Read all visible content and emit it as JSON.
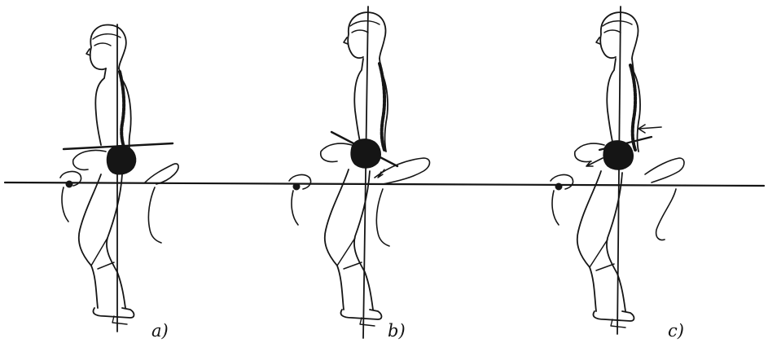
{
  "figure": {
    "panels": [
      {
        "id": "a",
        "label": "a)"
      },
      {
        "id": "b",
        "label": "b)"
      },
      {
        "id": "c",
        "label": "c)"
      }
    ],
    "colors": {
      "ink": "#151515",
      "background": "#ffffff"
    }
  }
}
